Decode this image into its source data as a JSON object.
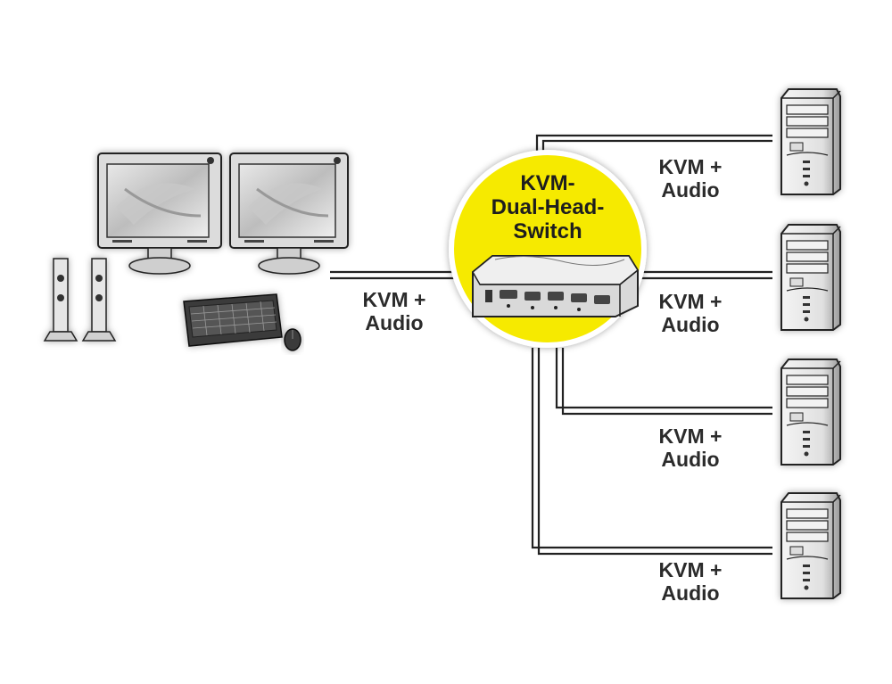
{
  "switch": {
    "title_lines": [
      "KVM-",
      "Dual-Head-",
      "Switch"
    ],
    "highlight_color": "#f6ea00"
  },
  "links": {
    "console": [
      "KVM +",
      "Audio"
    ],
    "pc1": [
      "KVM +",
      "Audio"
    ],
    "pc2": [
      "KVM +",
      "Audio"
    ],
    "pc3": [
      "KVM +",
      "Audio"
    ],
    "pc4": [
      "KVM +",
      "Audio"
    ]
  },
  "icons": {
    "monitor": "monitor-icon",
    "speaker": "speaker-icon",
    "keyboard": "keyboard-icon",
    "mouse": "mouse-icon",
    "kvm": "kvm-switch-icon",
    "pc": "pc-tower-icon"
  }
}
